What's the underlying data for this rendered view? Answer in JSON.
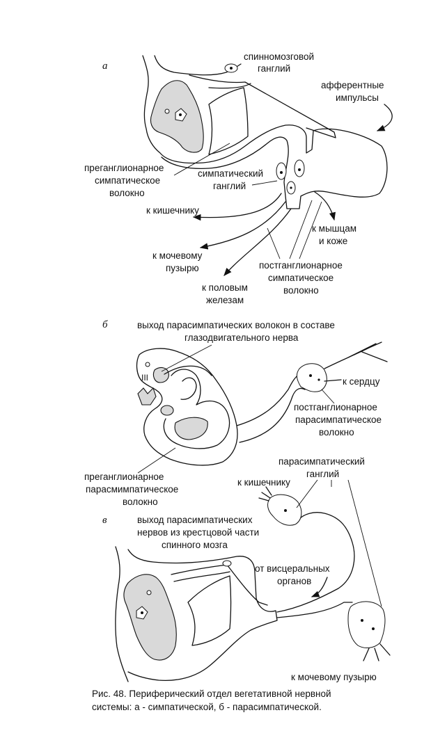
{
  "panels": {
    "a": "а",
    "b": "б",
    "c": "в"
  },
  "labels_a": {
    "spinal_ganglion": [
      "спинномозговой",
      "ганглий"
    ],
    "afferent": [
      "афферентные",
      "импульсы"
    ],
    "preganglionic": [
      "преганглионарное",
      "симпатическое",
      "волокно"
    ],
    "sympathetic_ganglion": [
      "симпатический",
      "ганглий"
    ],
    "to_intestine": "к кишечнику",
    "to_muscles": [
      "к мышцам",
      "и коже"
    ],
    "to_bladder": [
      "к мочевому",
      "пузырю"
    ],
    "postganglionic": [
      "постганглионарное",
      "симпатическое",
      "волокно"
    ],
    "to_glands": [
      "к половым",
      "железам"
    ]
  },
  "labels_b": {
    "exit": [
      "выход парасимпатических волокон в составе",
      "глазодвигательного нерва"
    ],
    "roman": "III",
    "to_heart": "к сердцу",
    "postganglionic": [
      "постганглионарное",
      "парасимпатическое",
      "волокно"
    ],
    "parasym_ganglion": [
      "парасимпатический",
      "ганглий"
    ],
    "preganglionic": [
      "преганглионарное",
      "парасмимпатическое",
      "волокно"
    ]
  },
  "labels_c": {
    "to_intestine": "к кишечнику",
    "exit": [
      "выход парасимпатических",
      "нервов из крестцовой части",
      "спинного мозга"
    ],
    "visceral": [
      "от висцеральных",
      "органов"
    ],
    "to_bladder": "к мочевому пузырю"
  },
  "caption": [
    "Рис. 48. Периферический отдел вегетативной нервной",
    "системы: а - симпатической, б - парасимпатической."
  ]
}
